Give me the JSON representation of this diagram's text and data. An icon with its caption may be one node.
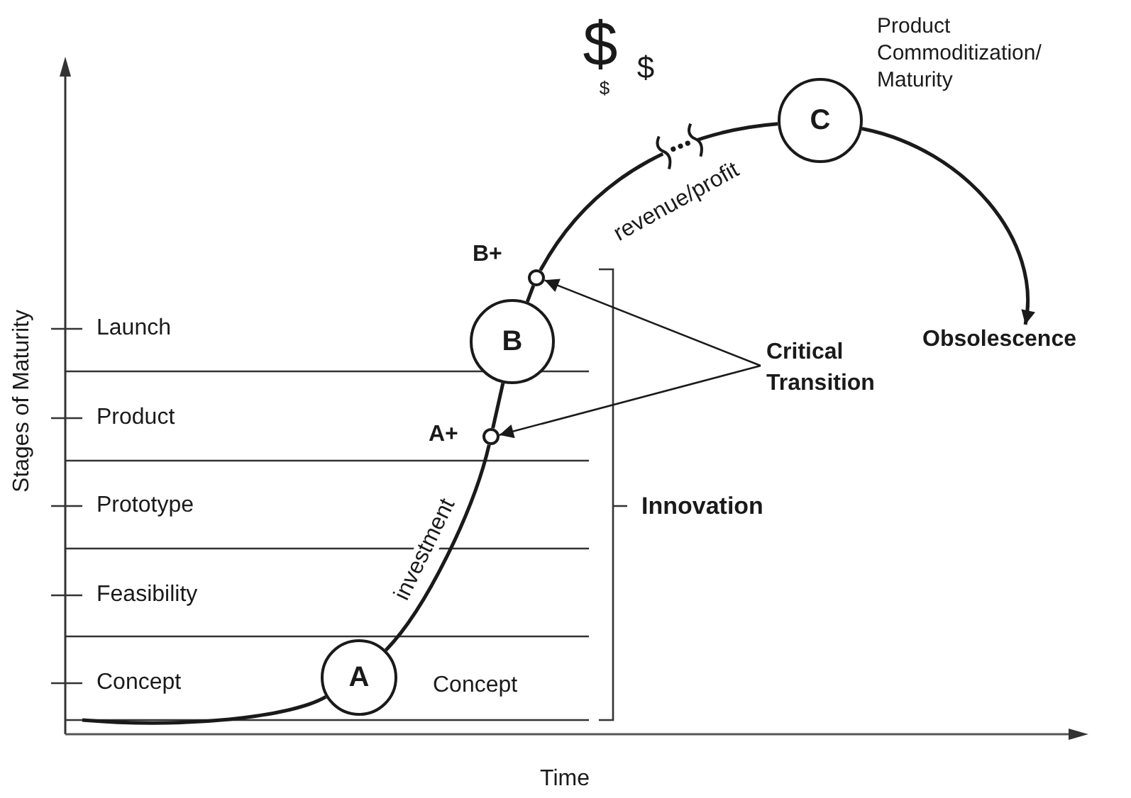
{
  "diagram": {
    "nodes": [
      {
        "text": [
          "A"
        ]
      },
      {
        "text": [],
        "shape": "circle",
        "beside": [
          "A+"
        ]
      },
      {
        "text": [
          "B"
        ]
      },
      {
        "text": [],
        "shape": "circle",
        "beside": [
          "B+"
        ]
      },
      {
        "text": [
          "C"
        ],
        "beside": [
          "Product Commoditization/ Maturity"
        ]
      },
      {
        "text": [
          "Obsolescence"
        ]
      },
      {
        "text": [
          "Critical Transition"
        ]
      }
    ],
    "edges": [
      {
        "from": null,
        "to": 0,
        "arrow": "none"
      },
      {
        "from": 0,
        "to": 1,
        "arrow": "none",
        "label": "investment"
      },
      {
        "from": 1,
        "to": 2,
        "arrow": "none"
      },
      {
        "from": 2,
        "to": 3,
        "arrow": "none"
      },
      {
        "from": 3,
        "to": 4,
        "arrow": "none",
        "label": "revenue/profit"
      },
      {
        "from": 4,
        "to": 5,
        "arrow": "to"
      },
      {
        "from": 6,
        "to": 3,
        "arrow": "to"
      },
      {
        "from": 6,
        "to": 1,
        "arrow": "to"
      }
    ],
    "labels": [
      "$",
      "$",
      "$",
      "Stages of Maturity",
      "Launch",
      "Product",
      "Prototype",
      "Feasibility",
      "Concept",
      "Concept",
      "Innovation",
      "Time"
    ]
  }
}
